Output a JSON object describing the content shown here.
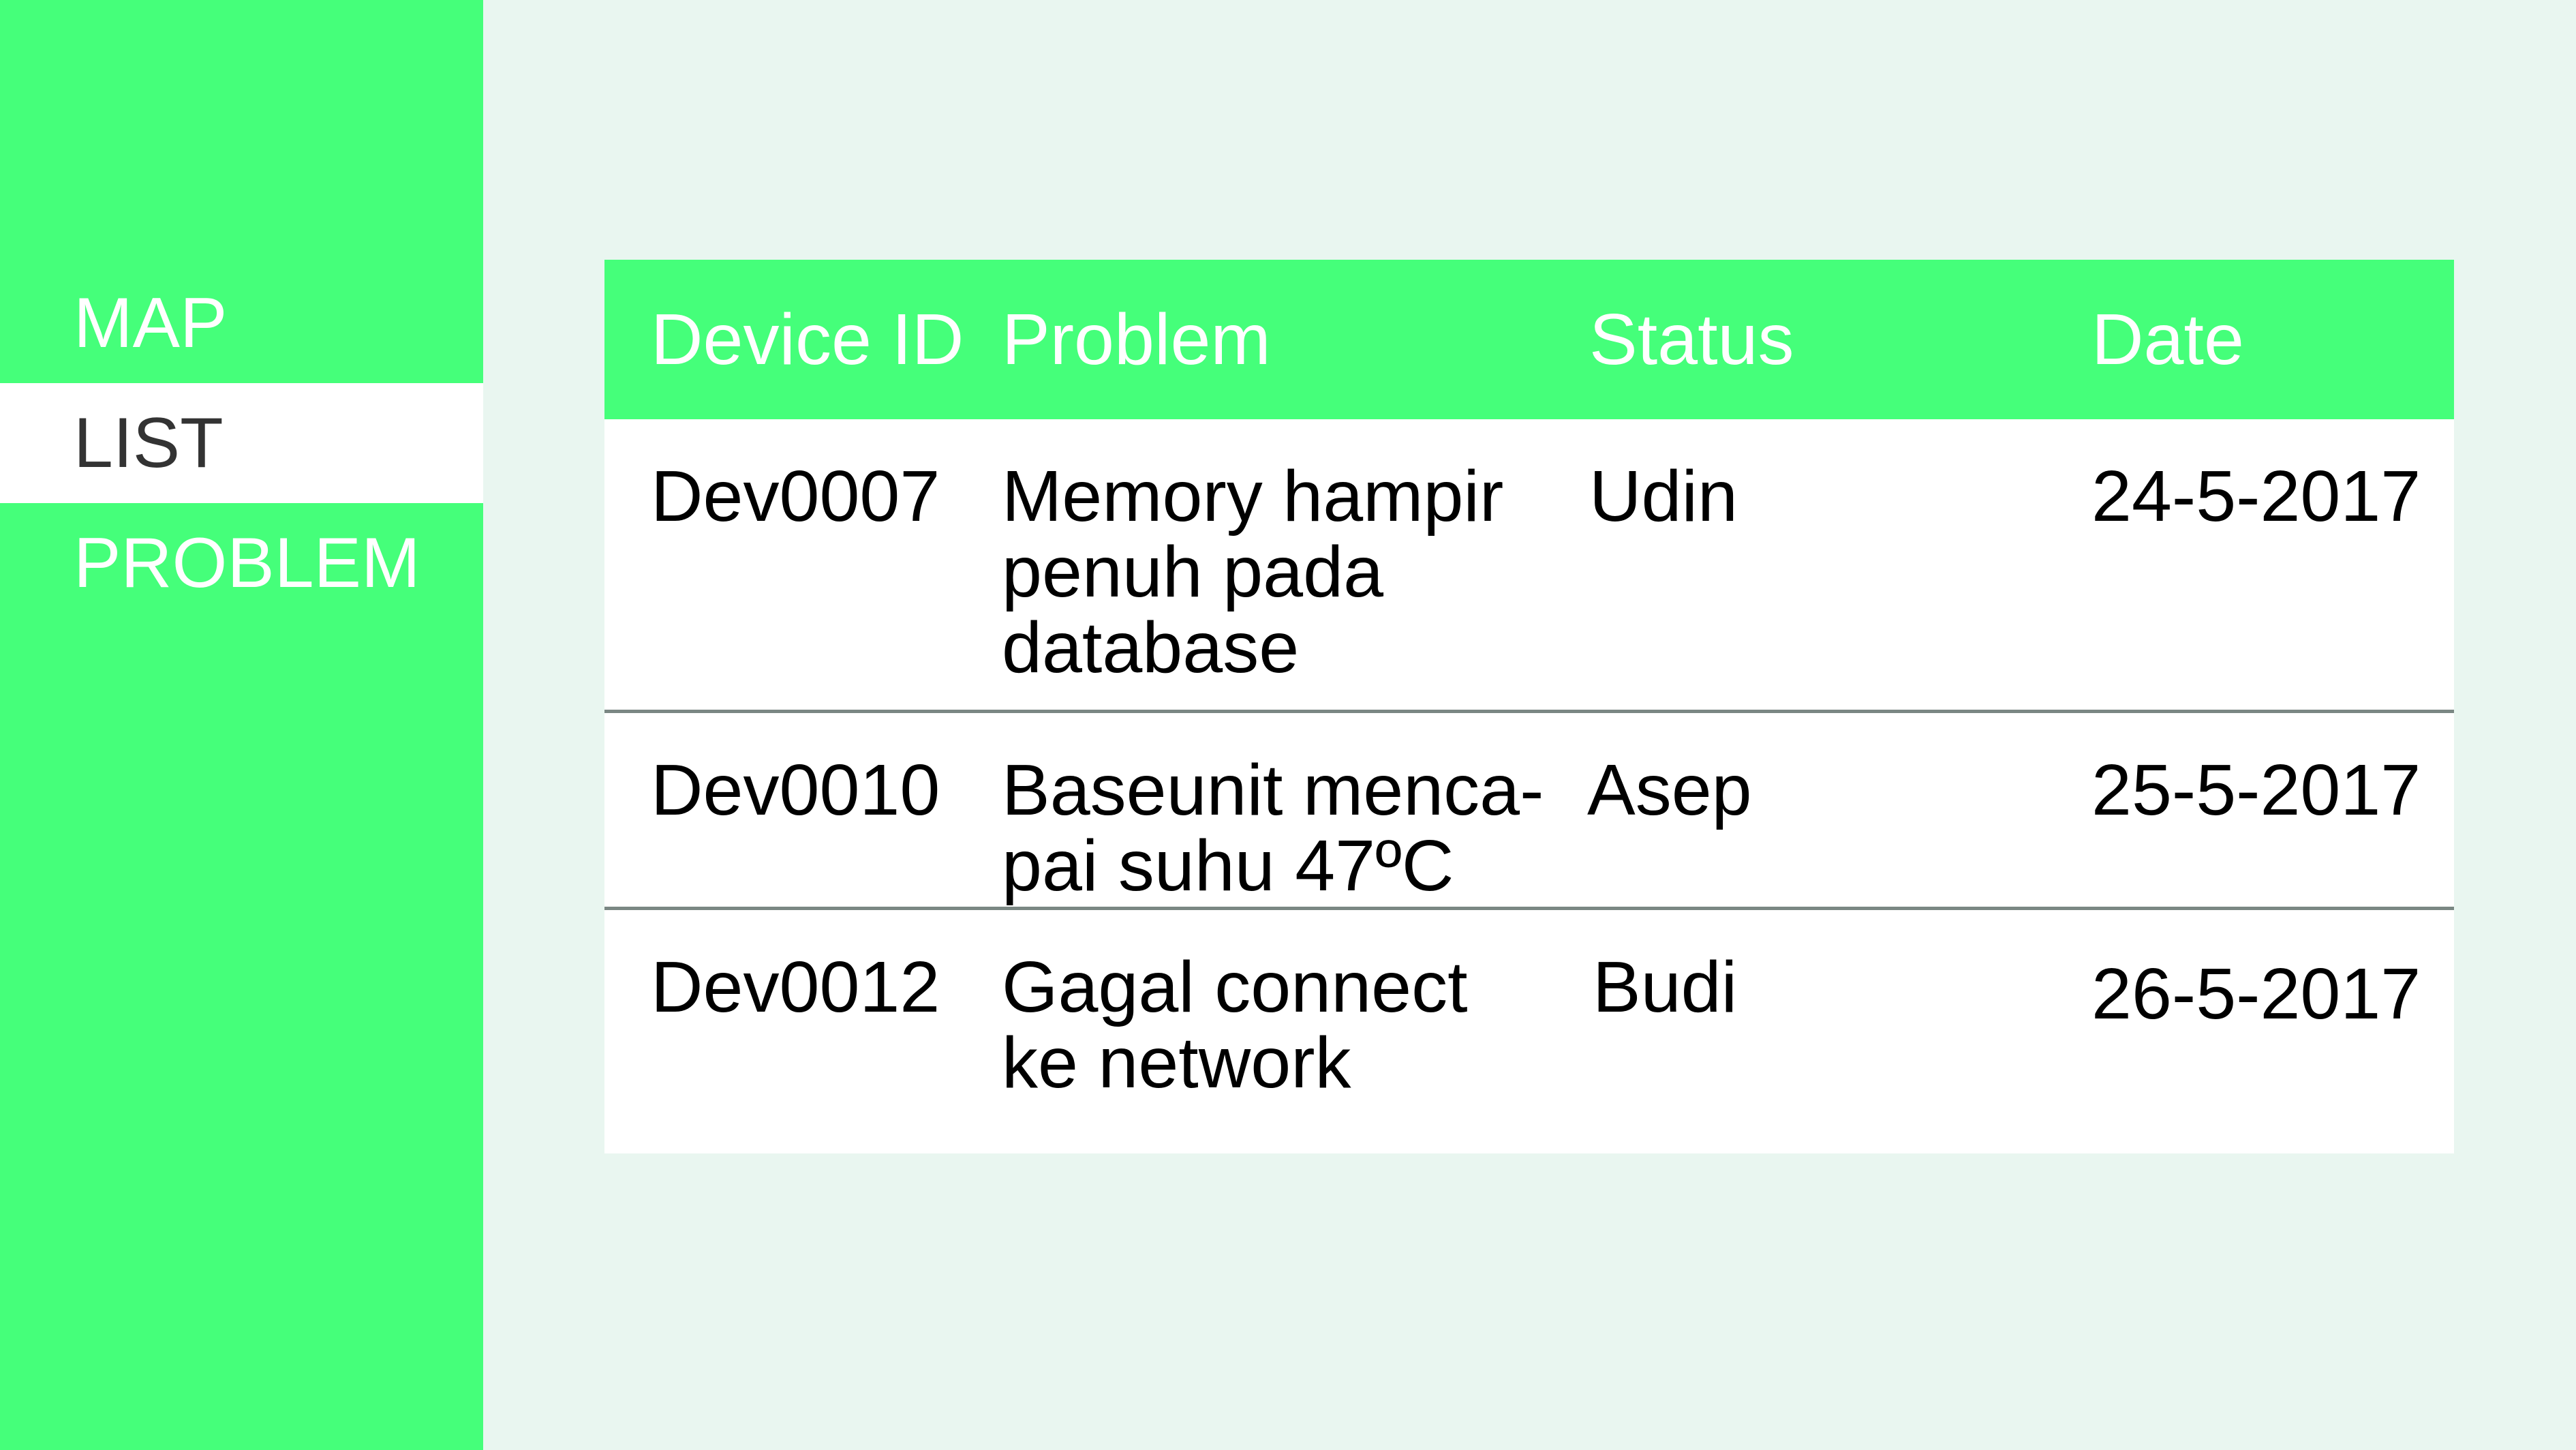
{
  "sidebar": {
    "items": [
      {
        "label": "MAP",
        "active": false
      },
      {
        "label": "LIST",
        "active": true
      },
      {
        "label": "PROBLEM",
        "active": false
      }
    ]
  },
  "table": {
    "columns": [
      "Device ID",
      "Problem",
      "Status",
      "Date"
    ],
    "rows": [
      {
        "device_id": "Dev0007",
        "problem": "Memory hampir\npenuh pada\ndatabase",
        "status": "Udin",
        "date": "24-5-2017"
      },
      {
        "device_id": "Dev0010",
        "problem": "Baseunit menca-\npai suhu 47ºC",
        "status": "Asep",
        "date": "25-5-2017"
      },
      {
        "device_id": "Dev0012",
        "problem": "Gagal connect\nke network",
        "status": "Budi",
        "date": "26-5-2017"
      }
    ]
  },
  "colors": {
    "accent": "#45ff7a",
    "background": "#e9f6f0",
    "divider": "#7a8783"
  }
}
